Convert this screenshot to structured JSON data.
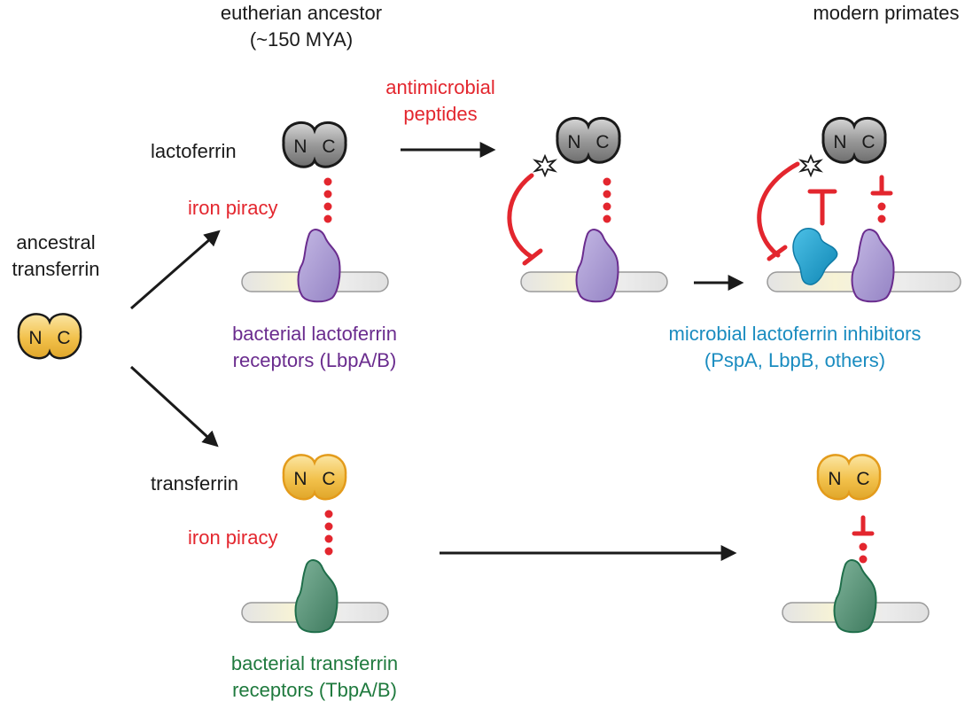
{
  "headers": {
    "ancestor_line1": "eutherian ancestor",
    "ancestor_line2": "(~150 MYA)",
    "modern": "modern primates"
  },
  "labels": {
    "ancestral_line1": "ancestral",
    "ancestral_line2": "transferrin",
    "lactoferrin": "lactoferrin",
    "transferrin": "transferrin",
    "iron_piracy": "iron piracy",
    "amp_line1": "antimicrobial",
    "amp_line2": "peptides",
    "lbp_line1": "bacterial lactoferrin",
    "lbp_line2": "receptors (LbpA/B)",
    "tbp_line1": "bacterial transferrin",
    "tbp_line2": "receptors (TbpA/B)",
    "inhib_line1": "microbial lactoferrin inhibitors",
    "inhib_line2": "(PspA, LbpB, others)"
  },
  "lobes": {
    "n": "N",
    "c": "C"
  },
  "colors": {
    "red": "#e3262e",
    "purple": "#6a2c8e",
    "blue": "#1a8cc0",
    "green": "#1f7a3e",
    "lactoferrin_fill": "#8c8c8c",
    "transferrin_fill": "#f2c14b",
    "lbp_fill": "#a99bcf",
    "tbp_fill": "#4f8f73",
    "inhibitor_fill": "#1b9bc8"
  }
}
